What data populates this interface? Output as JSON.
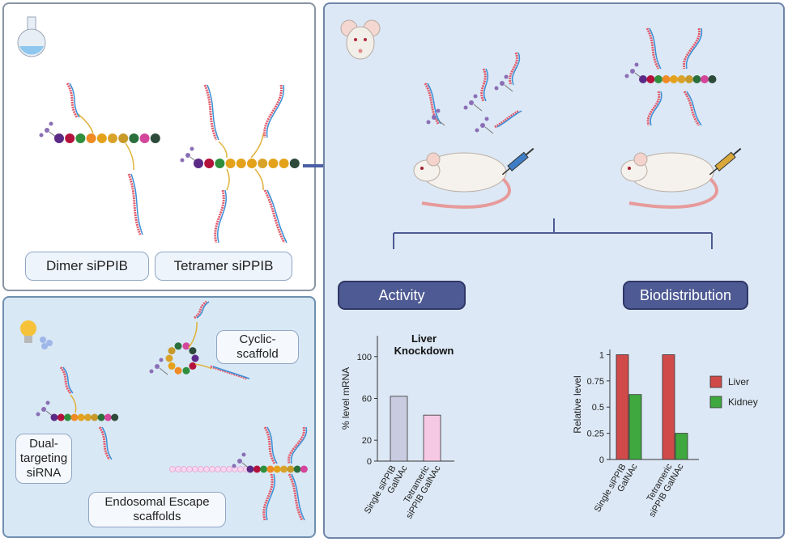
{
  "labels": {
    "dimer": "Dimer siPPIB",
    "tetramer": "Tetramer siPPIB",
    "cyclic": "Cyclic-\nscaffold",
    "dual": "Dual-\ntargeting\nsiRNA",
    "endosomal": "Endosomal Escape\nscaffolds",
    "activity": "Activity",
    "biodistribution": "Biodistribution"
  },
  "colors": {
    "bead_palette": [
      "#5b2a86",
      "#b3123c",
      "#2f8f3c",
      "#f08a24",
      "#e4a21b",
      "#d9a32a",
      "#c79a2a",
      "#2a6f3c",
      "#d4469b",
      "#2d4a3a"
    ],
    "arrow": "#4a5fa3",
    "header_fill": "#4e5a93"
  },
  "chart_data": [
    {
      "type": "bar",
      "title": "Liver\nKnockdown",
      "ylabel": "% level mRNA",
      "xlabel": "",
      "ylim": [
        0,
        120
      ],
      "yticks": [
        0,
        20,
        60,
        100
      ],
      "categories": [
        "Single siPPIB\nGalNAc",
        "Tetrameric\nsiPPIB GalNAc"
      ],
      "values": [
        62,
        44
      ],
      "colors": [
        "#c9cbe0",
        "#f5c9e4"
      ],
      "grid": false
    },
    {
      "type": "bar",
      "title": "",
      "ylabel": "Relative level",
      "xlabel": "",
      "ylim": [
        0,
        1.05
      ],
      "yticks": [
        0,
        0.25,
        0.5,
        0.75,
        1
      ],
      "ytick_labels": [
        "0",
        "0.25",
        "0.5",
        "0.75",
        "1"
      ],
      "categories": [
        "Single siPPIB\nGalNAc",
        "Tetrameric\nsiPPIB GalNAc"
      ],
      "series": [
        {
          "name": "Liver",
          "values": [
            1.0,
            1.0
          ],
          "color": "#d04a4a"
        },
        {
          "name": "Kidney",
          "values": [
            0.62,
            0.25
          ],
          "color": "#3fa83f"
        }
      ],
      "legend": "right",
      "grid": false
    }
  ]
}
